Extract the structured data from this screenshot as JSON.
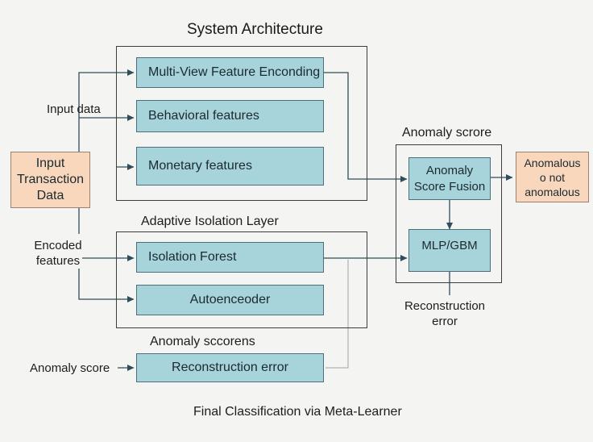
{
  "diagram": {
    "title": "System Architecture",
    "footer": "Final Classification via Meta-Learner",
    "nodes": {
      "input": "Input\nTransaction\nData",
      "multiview": "Multi-View Feature Enconding",
      "behavioral": "Behavioral features",
      "monetary": "Monetary features",
      "isolation_forest": "Isolation Forest",
      "autoencoder": "Autoenceoder",
      "reconstruction_box": "Reconstruction error",
      "fusion": "Anomaly\nScore Fusion",
      "mlp": "MLP/GBM",
      "output": "Anomalous\no not\nanomalous"
    },
    "labels": {
      "input_data": "Input data",
      "encoded_features": "Encoded\nfeatures",
      "anomaly_score_left": "Anomaly score",
      "adaptive_layer": "Adaptive Isolation Layer",
      "anomaly_scores_heading": "Anomaly sccorens",
      "anomaly_score_heading": "Anomaly scrore",
      "reconstruction_error": "Reconstruction\nerror"
    },
    "colors": {
      "box_fill": "#a7d3da",
      "output_fill": "#f9d7bd",
      "line": "#2f4d5a"
    }
  }
}
